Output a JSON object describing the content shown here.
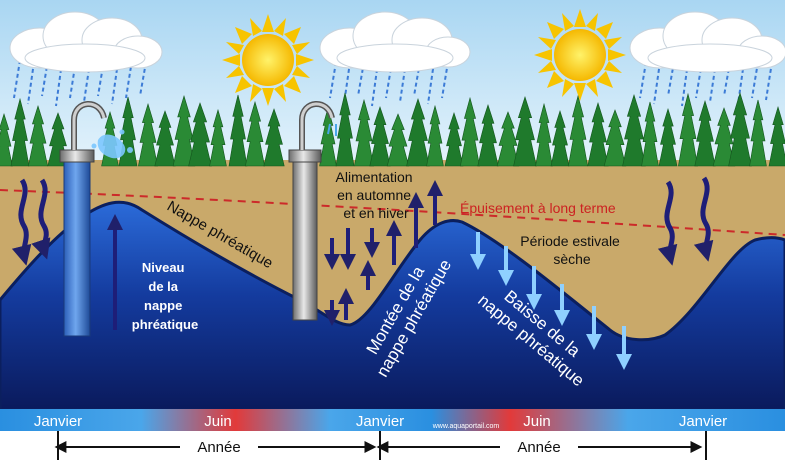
{
  "diagram": {
    "labels": {
      "niveau": [
        "Niveau",
        "de la",
        "nappe",
        "phréatique"
      ],
      "nappe": "Nappe phréatique",
      "alimentation": [
        "Alimentation",
        "en automne",
        "et en hiver"
      ],
      "epuisement": "Épuisement à long terme",
      "periode": [
        "Période estivale",
        "sèche"
      ],
      "montee": [
        "Montée de la",
        "nappe phréatique"
      ],
      "baisse": [
        "Baisse de la",
        "nappe phréatique"
      ]
    },
    "watermark": "www.aquaportail.com",
    "timeline": {
      "months": [
        "Janvier",
        "Juin",
        "Janvier",
        "Juin",
        "Janvier"
      ],
      "period": [
        "Année",
        "Année"
      ]
    },
    "colors": {
      "sky": "#cfe8f7",
      "soil": "#c8a868",
      "water_dark": "#0b1f6e",
      "water_light": "#2a66d8",
      "depletion_line": "#cc2a2a",
      "arrow_dark": "#20206a",
      "arrow_light": "#8fd0ff"
    },
    "icons": [
      "cloud-rain-icon",
      "sun-icon",
      "well-pump-icon",
      "tree-icon"
    ]
  }
}
